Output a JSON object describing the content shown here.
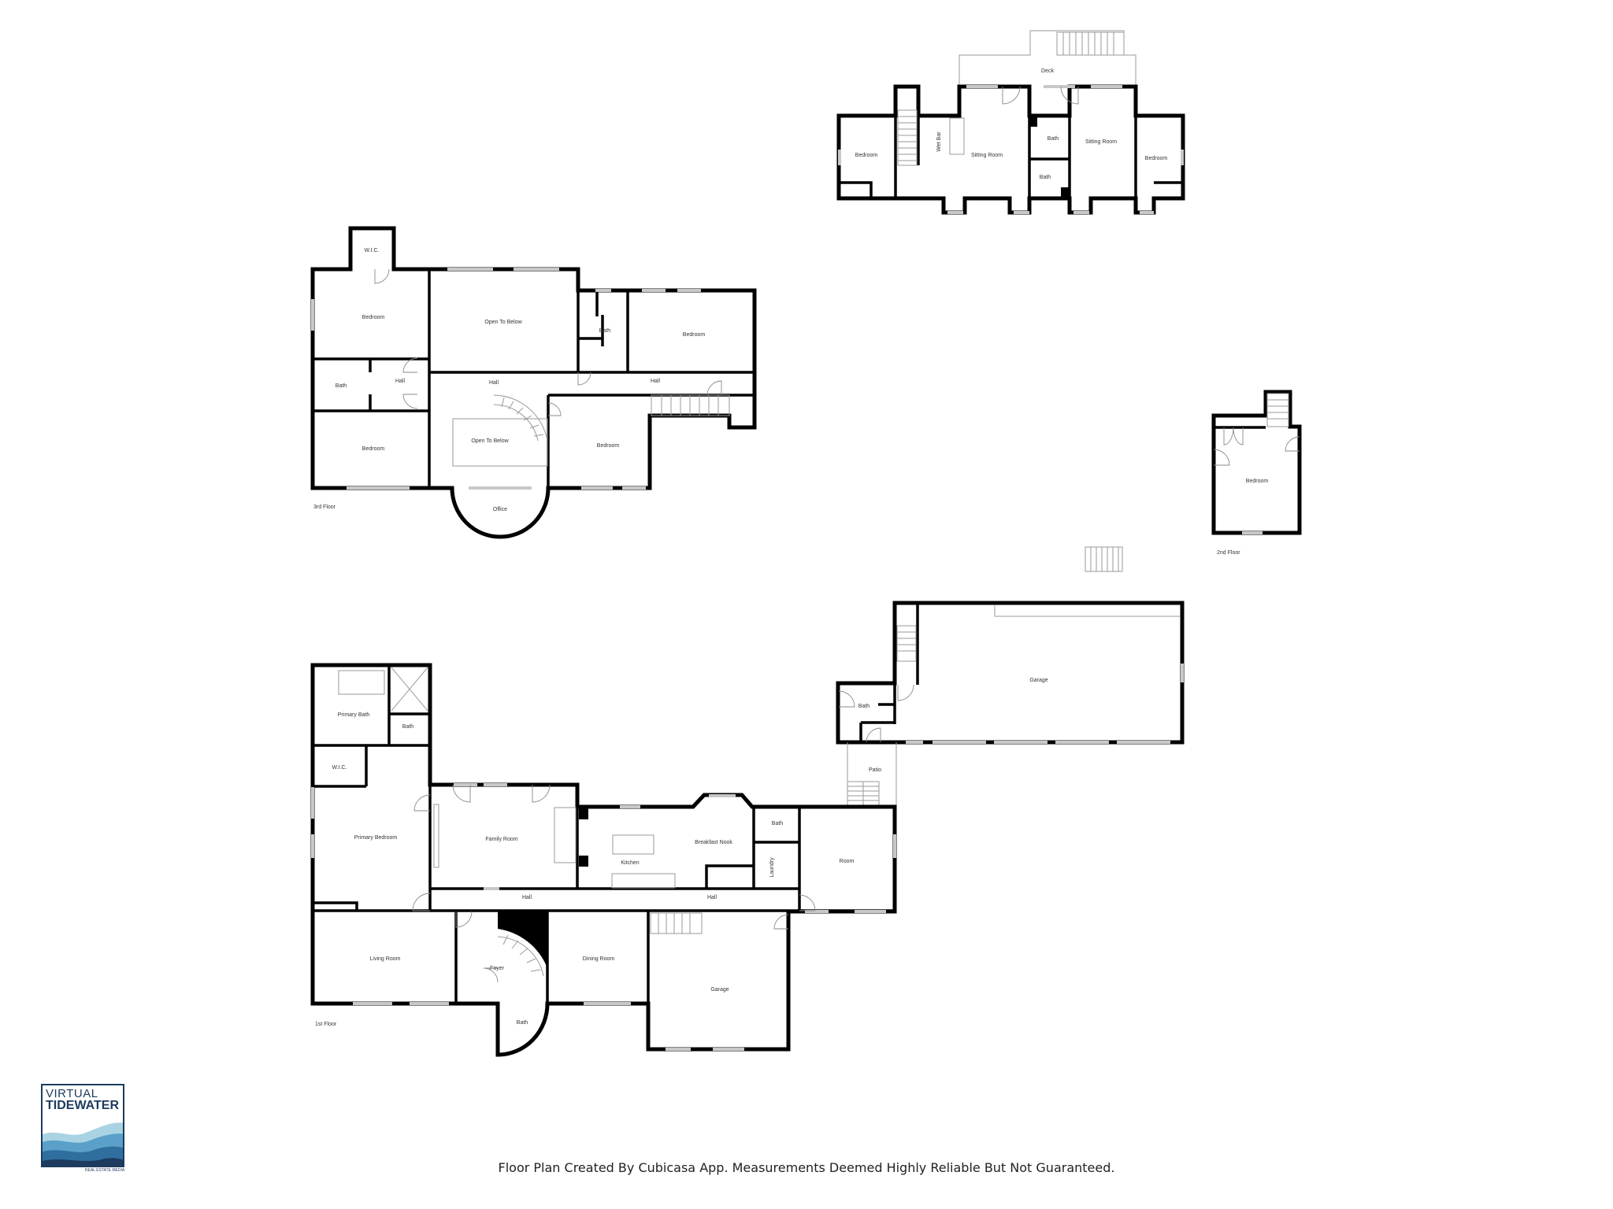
{
  "floor4": {
    "deck": "Deck",
    "bedroom_left": "Bedroom",
    "wet_bar": "Wet Bar",
    "sitting_room_left": "Sitting Room",
    "bath_upper": "Bath",
    "bath_lower": "Bath",
    "sitting_room_right": "Sitting Room",
    "bedroom_right": "Bedroom"
  },
  "floor3": {
    "name": "3rd Floor",
    "wic": "W.I.C.",
    "bedroom_nw": "Bedroom",
    "open_to_below_top": "Open To Below",
    "bath_right": "Bath",
    "bedroom_ne": "Bedroom",
    "bath_left": "Bath",
    "hall_left": "Hall",
    "hall_center": "Hall",
    "hall_right": "Hall",
    "open_to_below_stair": "Open To Below",
    "bedroom_sw": "Bedroom",
    "bedroom_se": "Bedroom",
    "office": "Office"
  },
  "floor2": {
    "name": "2nd Floor",
    "bedroom": "Bedroom"
  },
  "floor1": {
    "name": "1st Floor",
    "primary_bath": "Primary Bath",
    "bath_primary_side": "Bath",
    "wic": "W.I.C.",
    "primary_bedroom": "Primary Bedroom",
    "family_room": "Family Room",
    "kitchen": "Kitchen",
    "breakfast_nook": "Breakfast Nook",
    "bath_kitchen": "Bath",
    "laundry": "Laundry",
    "room": "Room",
    "patio": "Patio",
    "hall_left": "Hall",
    "hall_right": "Hall",
    "living_room": "Living Room",
    "foyer": "Foyer",
    "dining_room": "Dining Room",
    "garage": "Garage",
    "bath_foyer": "Bath",
    "garage_detached": "Garage",
    "bath_garage": "Bath"
  },
  "footer": {
    "disclaimer": "Floor Plan Created By Cubicasa App. Measurements Deemed Highly Reliable But Not Guaranteed."
  },
  "logo": {
    "line1": "VIRTUAL",
    "line2": "TIDEWATER",
    "tagline": "REAL ESTATE MEDIA",
    "colors": [
      "#1d3b5e",
      "#2f6f9f",
      "#5aa0c8",
      "#a9d3e3"
    ]
  }
}
